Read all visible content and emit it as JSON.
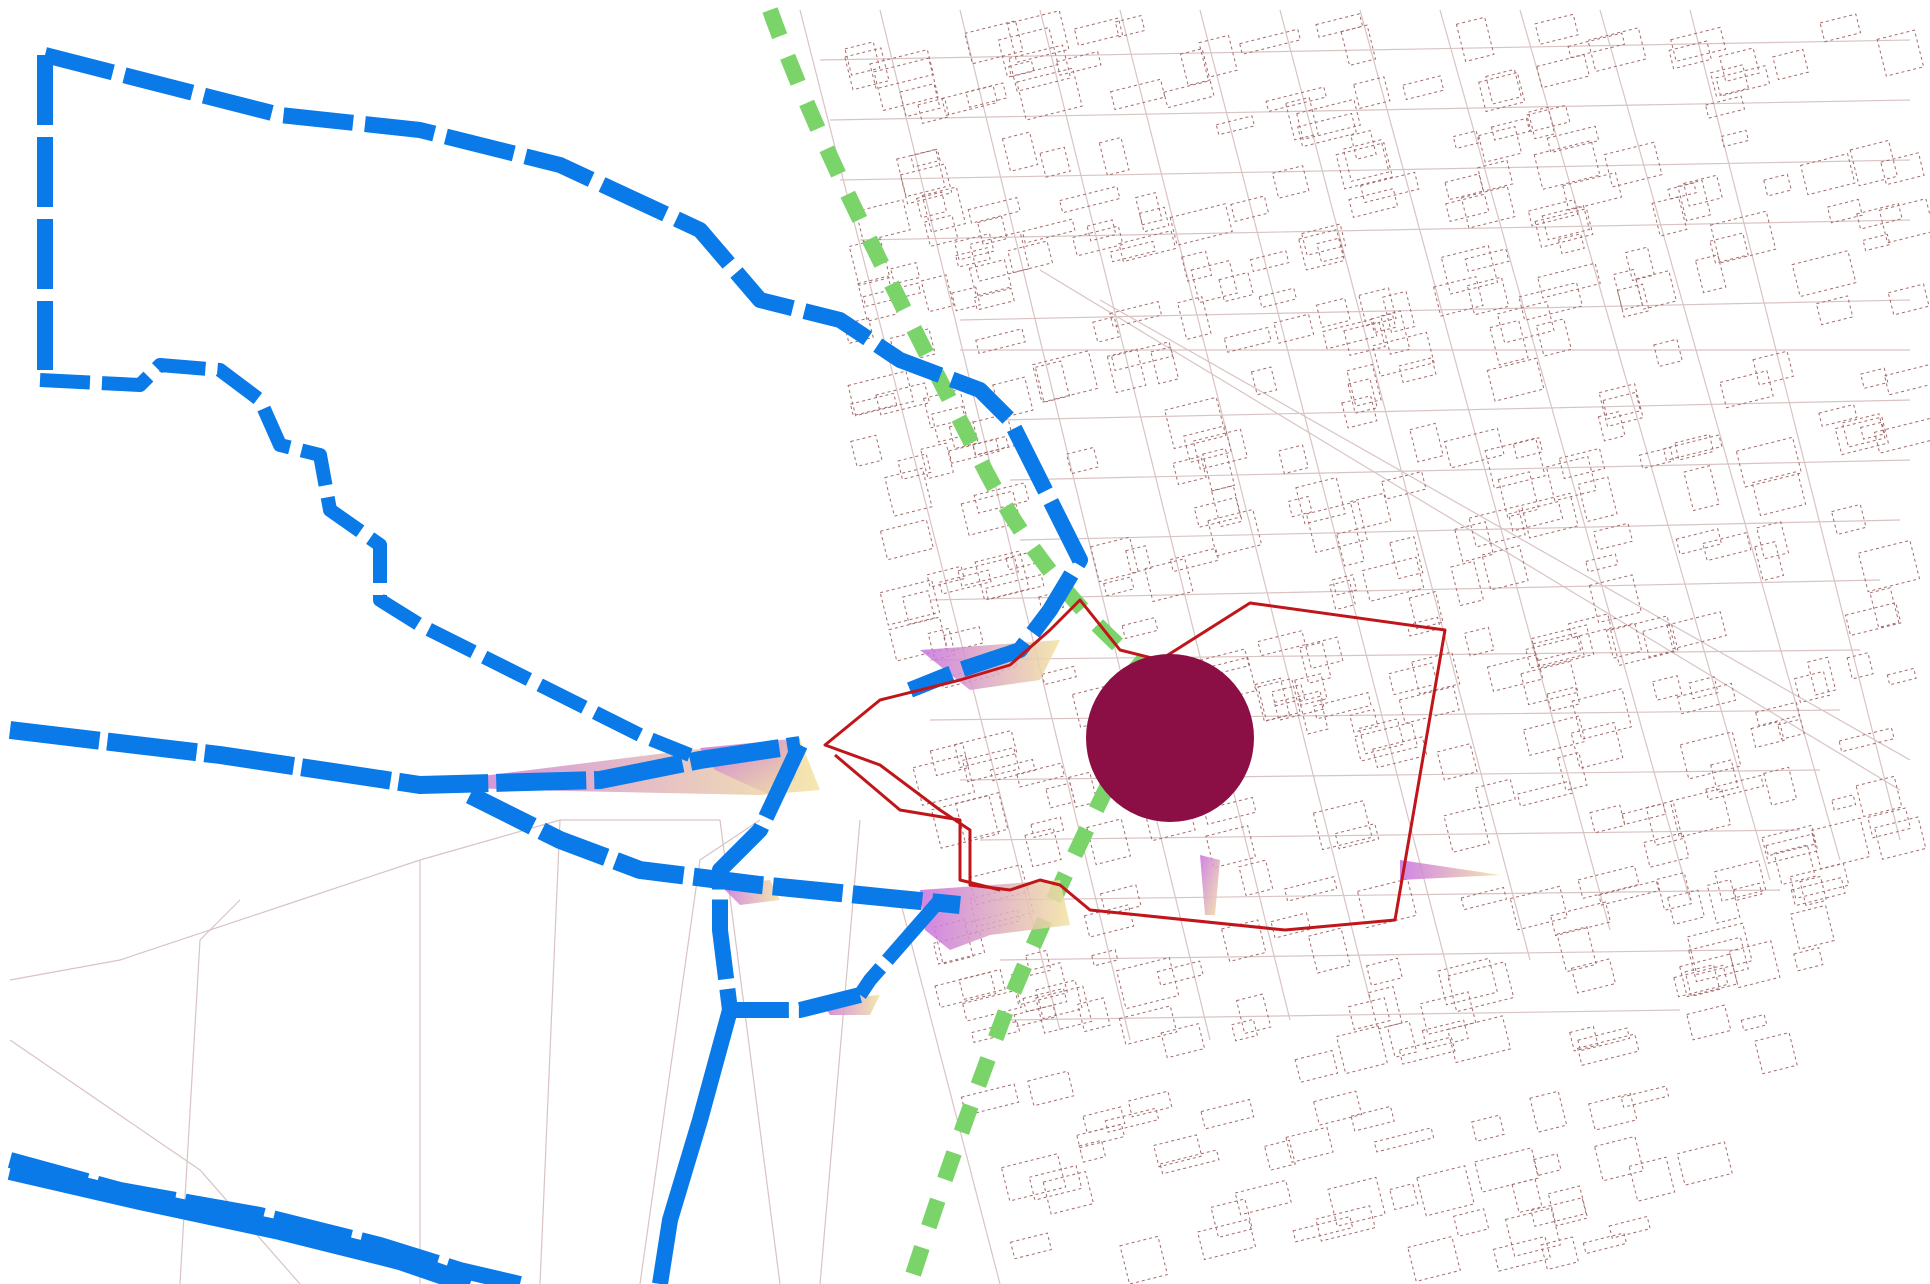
{
  "map": {
    "colors": {
      "background": "#ffffff",
      "street_line": "#d9c3c3",
      "building_outline": "#a46a6a",
      "blue_route": "#0a7ae8",
      "green_rail": "#7ad46a",
      "red_boundary": "#c0161a",
      "center_marker": "#8b0f44",
      "gradient_start": "#c86fe0",
      "gradient_end": "#f2e3a0"
    },
    "layers": [
      {
        "name": "street-grid",
        "symbol": "thin-line"
      },
      {
        "name": "building-footprints",
        "symbol": "dotted-outline"
      },
      {
        "name": "blue-route-network",
        "symbol": "dashed-thick-line"
      },
      {
        "name": "green-railway",
        "symbol": "dashed-line"
      },
      {
        "name": "red-study-area",
        "symbol": "outline-polygon"
      },
      {
        "name": "center-marker",
        "symbol": "filled-circle"
      },
      {
        "name": "junction-highlights",
        "symbol": "gradient-fill"
      }
    ]
  }
}
